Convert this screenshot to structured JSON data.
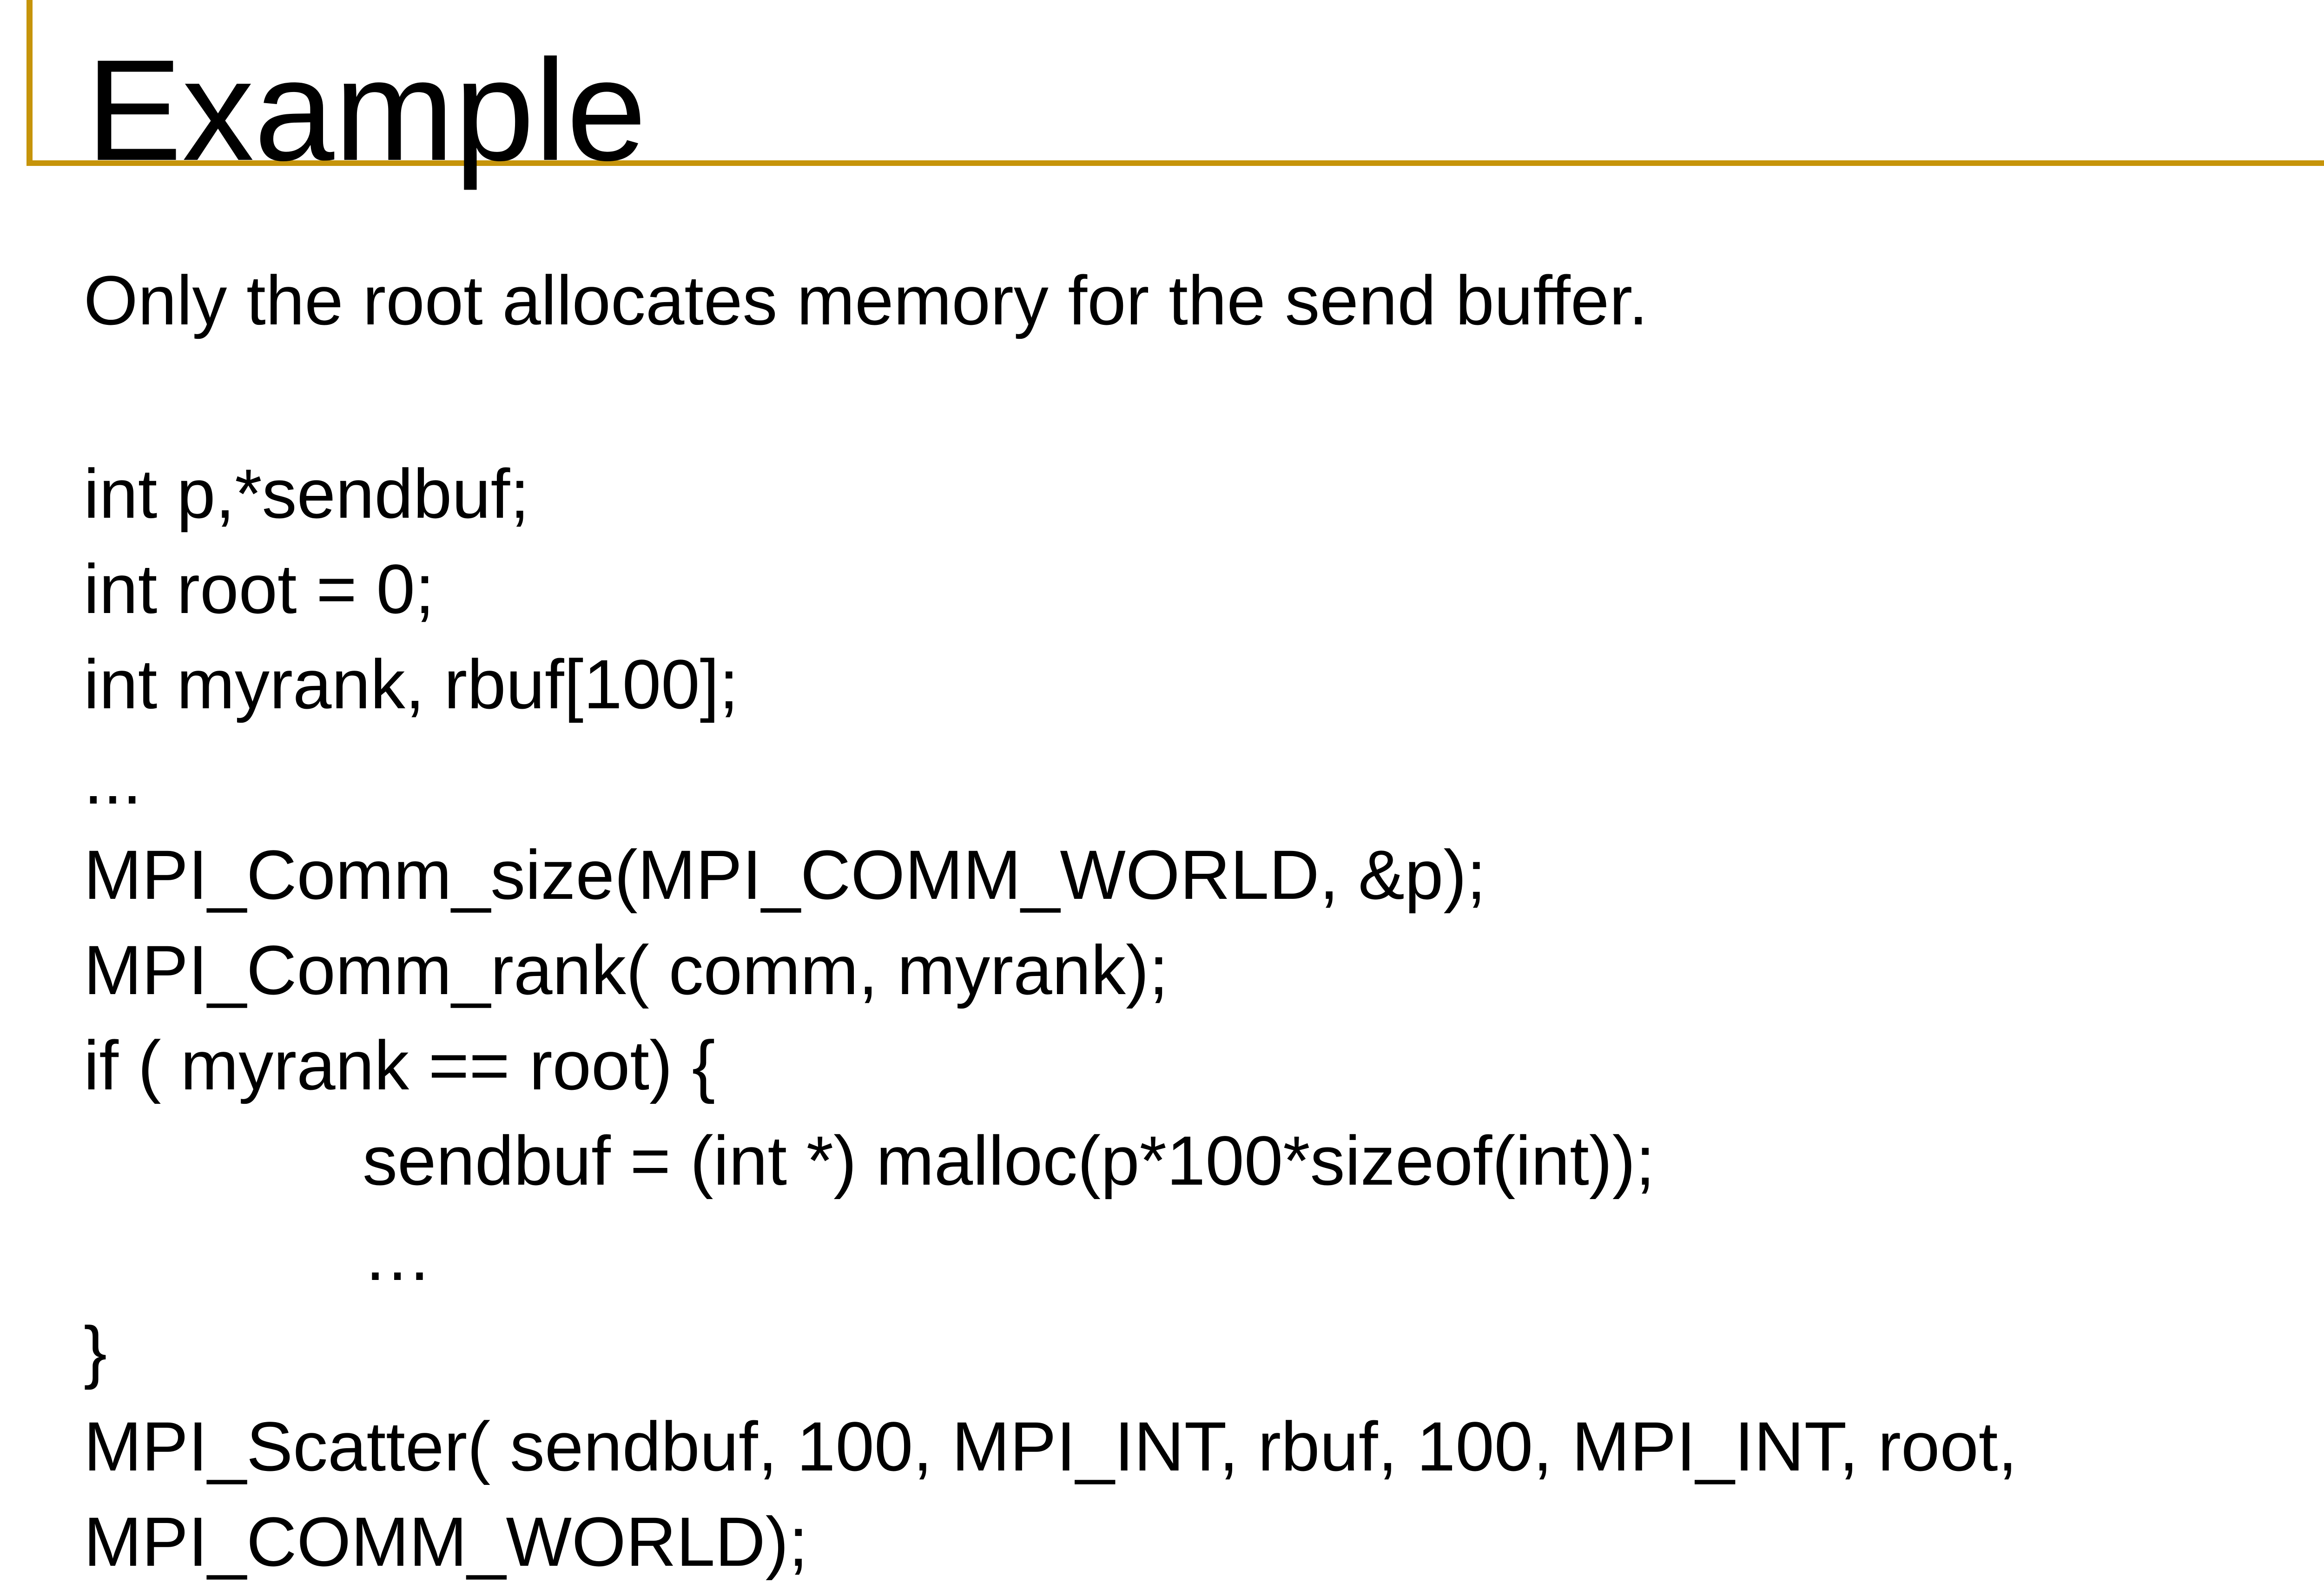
{
  "slide": {
    "title": "Example",
    "intro": "Only the root allocates memory for the send buffer.",
    "code_lines": [
      {
        "text": "int p,*sendbuf;"
      },
      {
        "text": "int root = 0;"
      },
      {
        "text": "int myrank, rbuf[100];"
      },
      {
        "text": "..."
      },
      {
        "text": "MPI_Comm_size(MPI_COMM_WORLD, &p);"
      },
      {
        "text": "MPI_Comm_rank( comm, myrank);"
      },
      {
        "text": "if ( myrank == root) {"
      },
      {
        "text": "sendbuf = (int *) malloc(p*100*sizeof(int));"
      },
      {
        "text": "…"
      },
      {
        "text": "}"
      },
      {
        "text": "MPI_Scatter( sendbuf, 100, MPI_INT, rbuf, 100, MPI_INT, root,"
      },
      {
        "text": "MPI_COMM_WORLD);"
      }
    ],
    "colors": {
      "accent": "#C6940A",
      "text": "#000000",
      "bg": "#FFFFFF"
    }
  }
}
